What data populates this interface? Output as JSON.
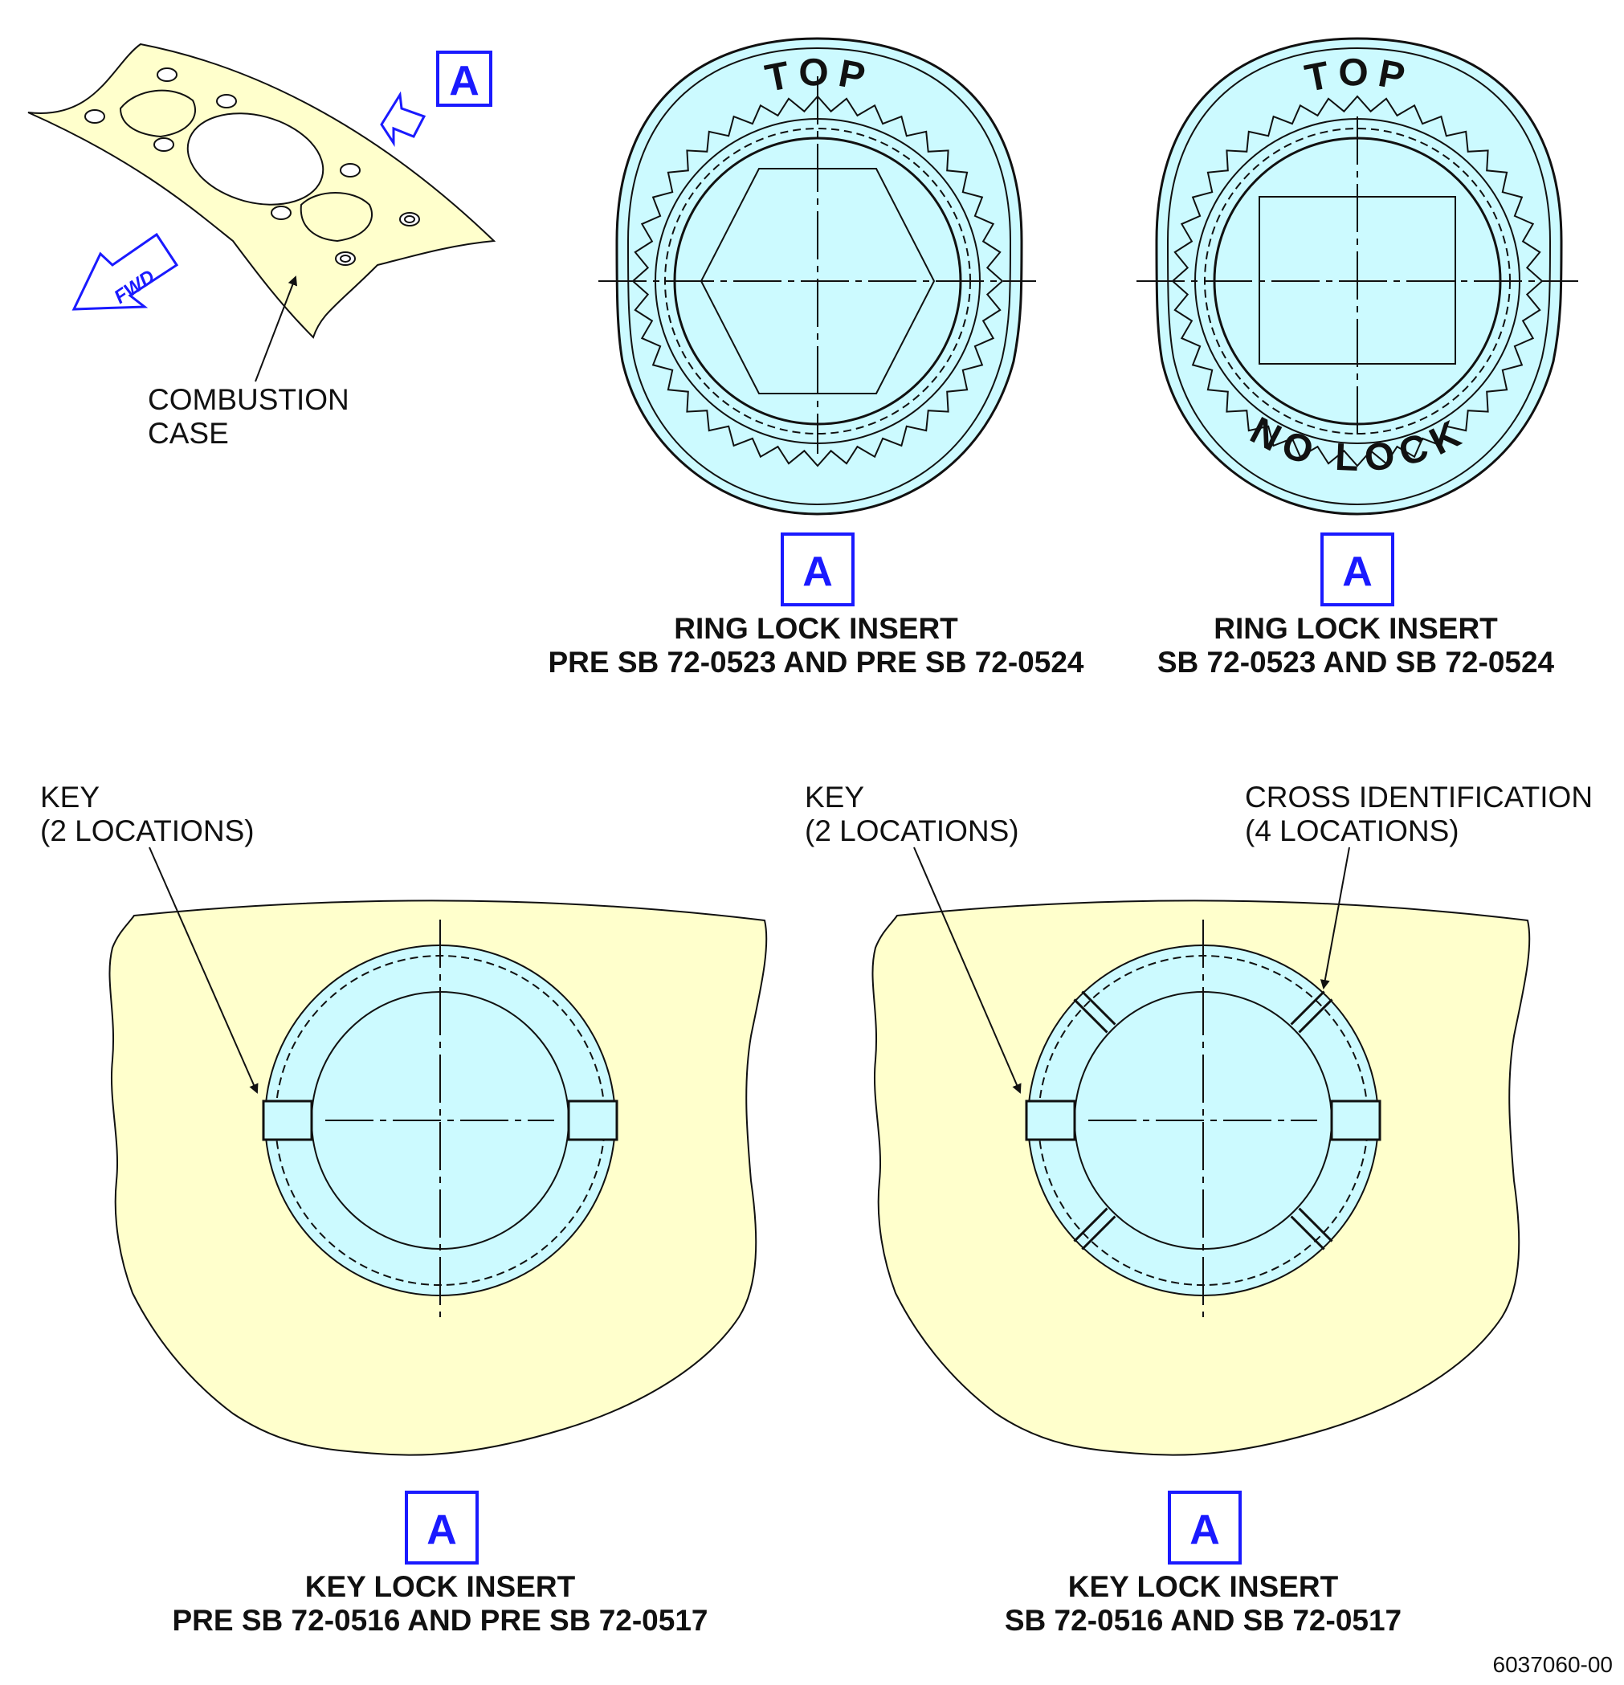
{
  "overview": {
    "view_ref": "A",
    "fwd_label": "FWD",
    "callout": [
      "COMBUSTION",
      "CASE"
    ]
  },
  "ring_pre": {
    "view_ref": "A",
    "ring_top": "TOP",
    "caption": [
      "RING LOCK INSERT",
      "PRE SB 72-0523 AND PRE SB 72-0524"
    ]
  },
  "ring_post": {
    "view_ref": "A",
    "ring_top": "TOP",
    "ring_bottom": "NO LOCK",
    "caption": [
      "RING LOCK INSERT",
      "SB 72-0523 AND SB 72-0524"
    ]
  },
  "key_pre": {
    "view_ref": "A",
    "key_callout": [
      "KEY",
      "(2 LOCATIONS)"
    ],
    "caption": [
      "KEY LOCK INSERT",
      "PRE SB 72-0516 AND PRE SB 72-0517"
    ]
  },
  "key_post": {
    "view_ref": "A",
    "key_callout": [
      "KEY",
      "(2 LOCATIONS)"
    ],
    "cross_callout": [
      "CROSS IDENTIFICATION",
      "(4 LOCATIONS)"
    ],
    "caption": [
      "KEY LOCK INSERT",
      "SB 72-0516 AND SB 72-0517"
    ]
  },
  "figure_number": "6037060-00",
  "colors": {
    "insert_fill": "#ccfaff",
    "case_fill": "#ffffcc",
    "ref_blue": "#1a1aff",
    "line": "#111111"
  }
}
